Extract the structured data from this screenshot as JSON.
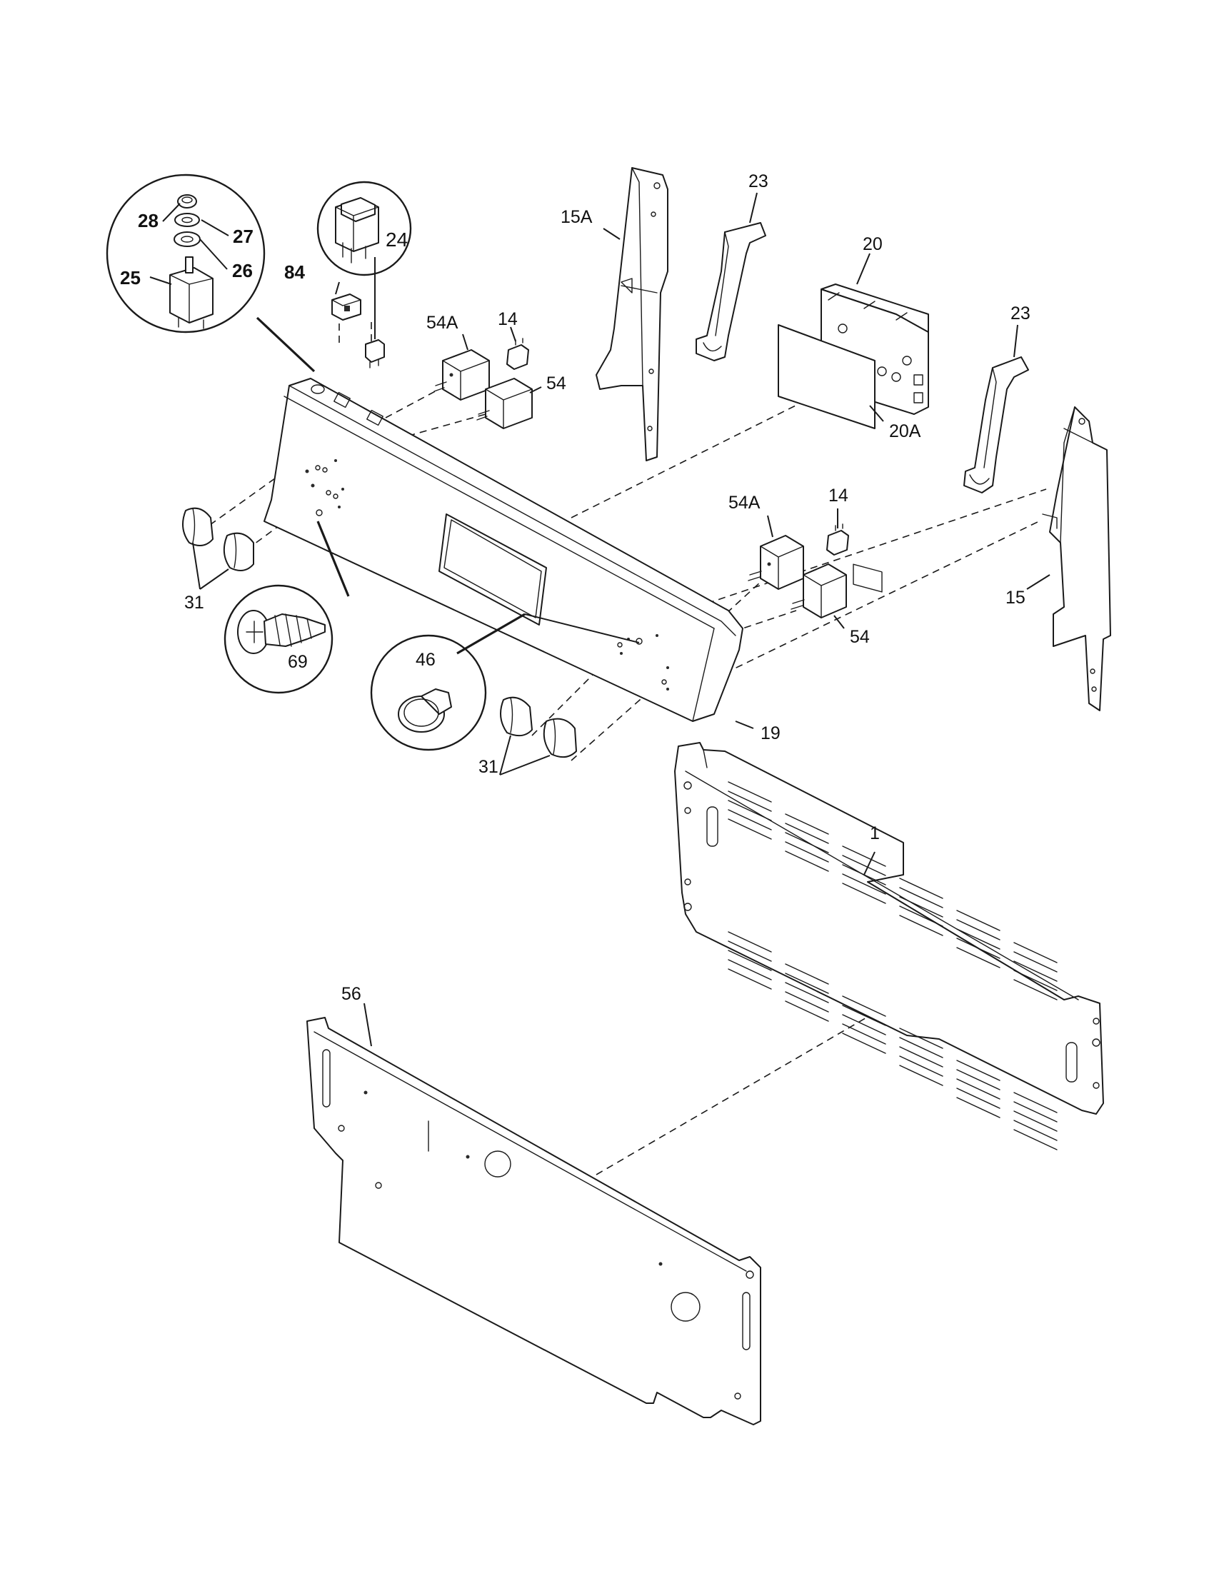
{
  "diagram": {
    "callouts": {
      "c1": "1",
      "c14a": "14",
      "c14b": "14",
      "c15": "15",
      "c15A": "15A",
      "c19": "19",
      "c20": "20",
      "c20A": "20A",
      "c23a": "23",
      "c23b": "23",
      "c24": "24",
      "c25": "25",
      "c26": "26",
      "c27": "27",
      "c28": "28",
      "c31a": "31",
      "c31b": "31",
      "c46": "46",
      "c54a": "54",
      "c54b": "54",
      "c54Aa": "54A",
      "c54Ab": "54A",
      "c56": "56",
      "c69": "69",
      "c84": "84"
    }
  }
}
